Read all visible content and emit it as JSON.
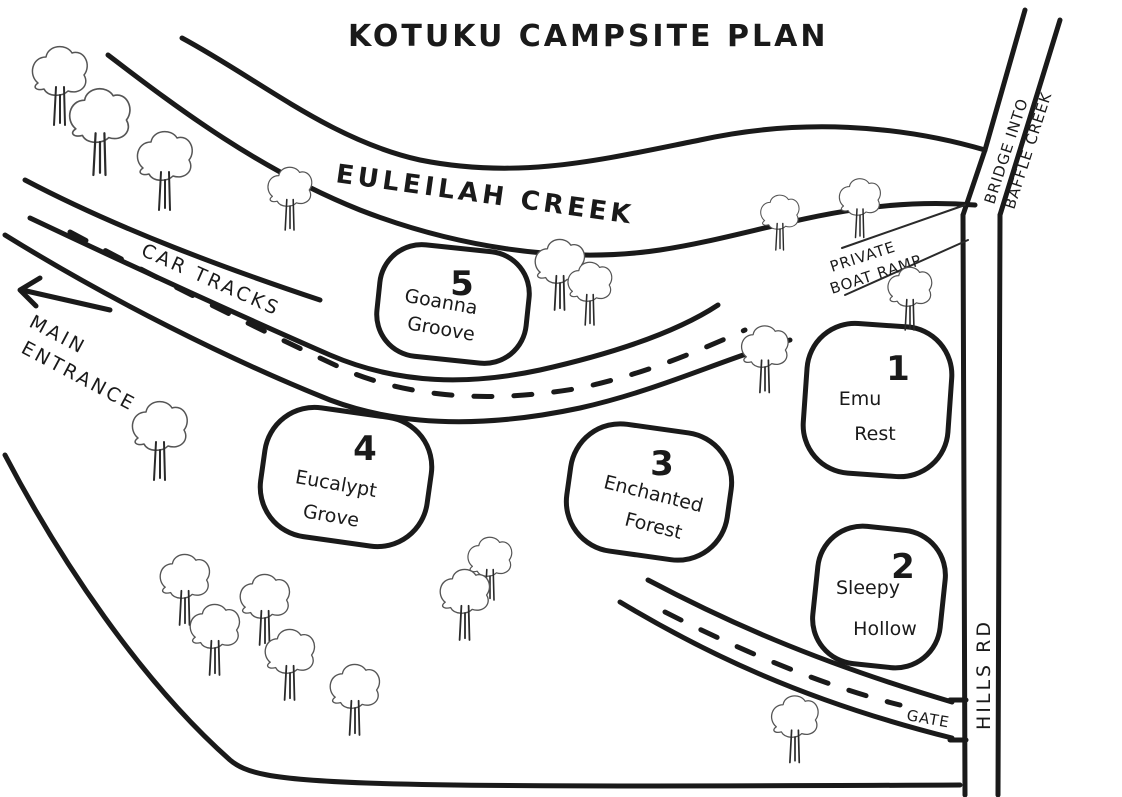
{
  "title": "KOTUKU CAMPSITE PLAN",
  "creek_name": "EULEILAH CREEK",
  "car_tracks_label": "CAR TRACKS",
  "main_entrance_line1": "MAIN",
  "main_entrance_line2": "ENTRANCE",
  "private_boat_ramp_line1": "PRIVATE",
  "private_boat_ramp_line2": "BOAT RAMP",
  "bridge_line1": "BRIDGE INTO",
  "bridge_line2": "BAFFLE CREEK",
  "road_name": "HILLS RD",
  "gate_label": "GATE",
  "sites": [
    {
      "number": "1",
      "name_line1": "Emu",
      "name_line2": "Rest",
      "name_line3": ""
    },
    {
      "number": "2",
      "name_line1": "Sleepy",
      "name_line2": "Hollow",
      "name_line3": ""
    },
    {
      "number": "3",
      "name_line1": "Enchanted",
      "name_line2": "Forest",
      "name_line3": ""
    },
    {
      "number": "4",
      "name_line1": "Eucalypt",
      "name_line2": "Grove",
      "name_line3": ""
    },
    {
      "number": "5",
      "name_line1": "Goanna",
      "name_line2": "Groove",
      "name_line3": ""
    }
  ],
  "icons": {
    "entrance_arrow": "left-arrow-icon",
    "tree": "tree-icon"
  }
}
